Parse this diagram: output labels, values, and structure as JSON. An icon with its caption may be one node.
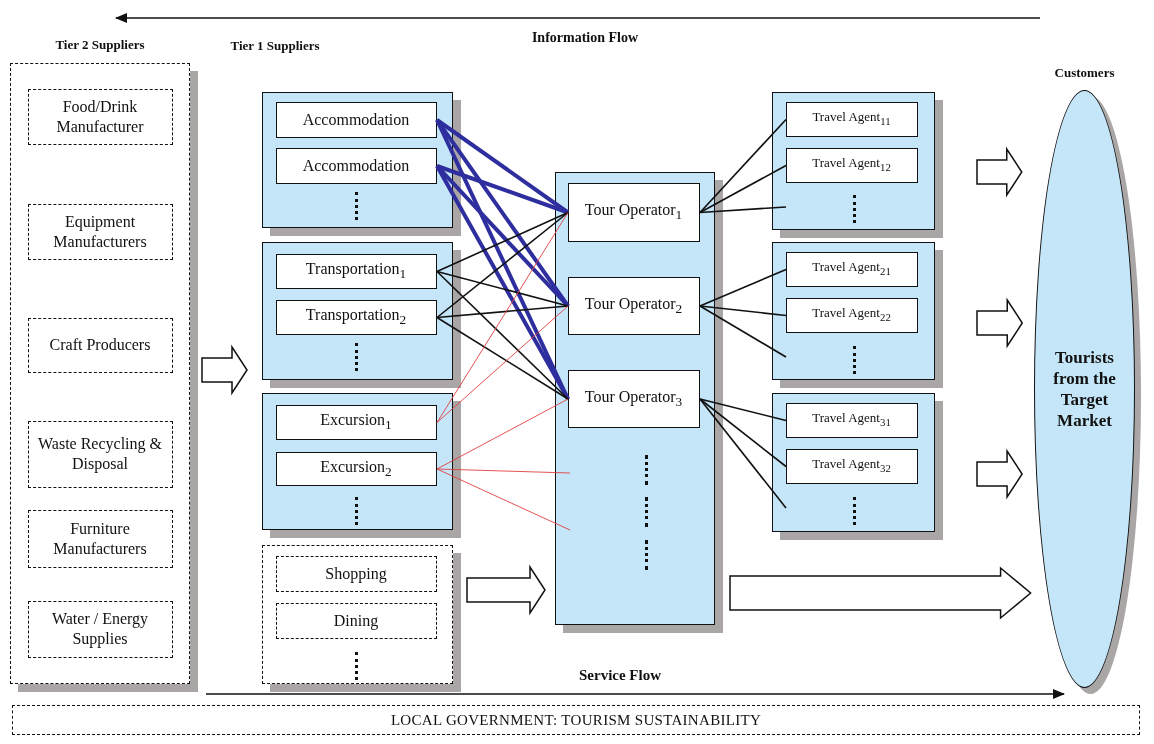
{
  "diagram": {
    "nodes": [
      {
        "text": [
          "Tier 2 Suppliers"
        ]
      },
      {
        "text": [
          "Food/Drink Manufacturer"
        ],
        "in": 0
      },
      {
        "text": [
          "Equipment Manufacturers"
        ],
        "in": 0
      },
      {
        "text": [
          "Craft Producers"
        ],
        "in": 0
      },
      {
        "text": [
          "Waste Recycling & Disposal"
        ],
        "in": 0
      },
      {
        "text": [
          "Furniture Manufacturers"
        ],
        "in": 0
      },
      {
        "text": [
          "Water / Energy Supplies"
        ],
        "in": 0
      },
      {
        "text": [],
        "shape": "box"
      },
      {
        "text": [
          "Accommodation"
        ],
        "in": 7
      },
      {
        "text": [
          "Accommodation"
        ],
        "in": 7
      },
      {
        "text": [],
        "shape": "box"
      },
      {
        "text": [
          "Transportation$_{1}$"
        ],
        "in": 10
      },
      {
        "text": [
          "Transportation$_{2}$"
        ],
        "in": 10
      },
      {
        "text": [],
        "shape": "box"
      },
      {
        "text": [
          "Excursion$_{1}$"
        ],
        "in": 13
      },
      {
        "text": [
          "Excursion$_{2}$"
        ],
        "in": 13
      },
      {
        "text": [],
        "shape": "box"
      },
      {
        "text": [
          "Shopping"
        ],
        "in": 16
      },
      {
        "text": [
          "Dining"
        ],
        "in": 16
      },
      {
        "text": [],
        "shape": "box"
      },
      {
        "text": [
          "Tour Operator$_{1}$"
        ],
        "in": 19
      },
      {
        "text": [
          "Tour Operator$_{2}$"
        ],
        "in": 19
      },
      {
        "text": [
          "Tour Operator$_{3}$"
        ],
        "in": 19
      },
      {
        "text": [],
        "shape": "box"
      },
      {
        "text": [
          "Travel Agent$_{11}$"
        ],
        "in": 23
      },
      {
        "text": [
          "Travel Agent$_{12}$"
        ],
        "in": 23
      },
      {
        "text": [],
        "shape": "box"
      },
      {
        "text": [
          "Travel Agent$_{21}$"
        ],
        "in": 26
      },
      {
        "text": [
          "Travel Agent$_{22}$"
        ],
        "in": 26
      },
      {
        "text": [],
        "shape": "box"
      },
      {
        "text": [
          "Travel Agent$_{31}$"
        ],
        "in": 29
      },
      {
        "text": [
          "Travel Agent$_{32}$"
        ],
        "in": 29
      },
      {
        "text": [
          "Customers",
          "Tourists from the Target Market"
        ]
      },
      {
        "text": [
          "LOCAL GOVERNMENT: TOURISM SUSTAINABILITY"
        ]
      }
    ],
    "edges": [
      {
        "from": 8,
        "to": 20,
        "arrow": "none",
        "style": "thick",
        "color": "#2e2e9e"
      },
      {
        "from": 8,
        "to": 21,
        "arrow": "none",
        "style": "thick",
        "color": "#2e2e9e"
      },
      {
        "from": 8,
        "to": 22,
        "arrow": "none",
        "style": "thick",
        "color": "#2e2e9e"
      },
      {
        "from": 9,
        "to": 20,
        "arrow": "none",
        "style": "thick",
        "color": "#2e2e9e"
      },
      {
        "from": 9,
        "to": 21,
        "arrow": "none",
        "style": "thick",
        "color": "#2e2e9e"
      },
      {
        "from": 9,
        "to": 22,
        "arrow": "none",
        "style": "thick",
        "color": "#2e2e9e"
      },
      {
        "from": 11,
        "to": 20,
        "arrow": "none"
      },
      {
        "from": 11,
        "to": 21,
        "arrow": "none"
      },
      {
        "from": 11,
        "to": 22,
        "arrow": "none"
      },
      {
        "from": 12,
        "to": 20,
        "arrow": "none"
      },
      {
        "from": 12,
        "to": 21,
        "arrow": "none"
      },
      {
        "from": 12,
        "to": 22,
        "arrow": "none"
      },
      {
        "from": 14,
        "to": 20,
        "arrow": "none",
        "color": "#e04040"
      },
      {
        "from": 14,
        "to": 21,
        "arrow": "none",
        "color": "#e04040"
      },
      {
        "from": 15,
        "to": 22,
        "arrow": "none",
        "color": "#e04040"
      },
      {
        "from": 15,
        "to": null,
        "arrow": "none",
        "color": "#e04040"
      },
      {
        "from": 15,
        "to": null,
        "arrow": "none",
        "color": "#e04040"
      },
      {
        "from": 20,
        "to": 24,
        "arrow": "none"
      },
      {
        "from": 20,
        "to": 25,
        "arrow": "none"
      },
      {
        "from": 20,
        "to": null,
        "arrow": "none"
      },
      {
        "from": 21,
        "to": 27,
        "arrow": "none"
      },
      {
        "from": 21,
        "to": 28,
        "arrow": "none"
      },
      {
        "from": 21,
        "to": null,
        "arrow": "none"
      },
      {
        "from": 22,
        "to": 30,
        "arrow": "none"
      },
      {
        "from": 22,
        "to": 31,
        "arrow": "none"
      },
      {
        "from": 22,
        "to": null,
        "arrow": "none"
      },
      {
        "from": 0,
        "to": 10,
        "arrow": "to"
      },
      {
        "from": 16,
        "to": 19,
        "arrow": "to"
      },
      {
        "from": 23,
        "to": 32,
        "arrow": "to"
      },
      {
        "from": 26,
        "to": 32,
        "arrow": "to"
      },
      {
        "from": 29,
        "to": 32,
        "arrow": "to"
      },
      {
        "from": 19,
        "to": 32,
        "arrow": "to"
      }
    ],
    "labels": [
      "Information Flow",
      "Tier 1 Suppliers",
      "Service Flow"
    ]
  }
}
